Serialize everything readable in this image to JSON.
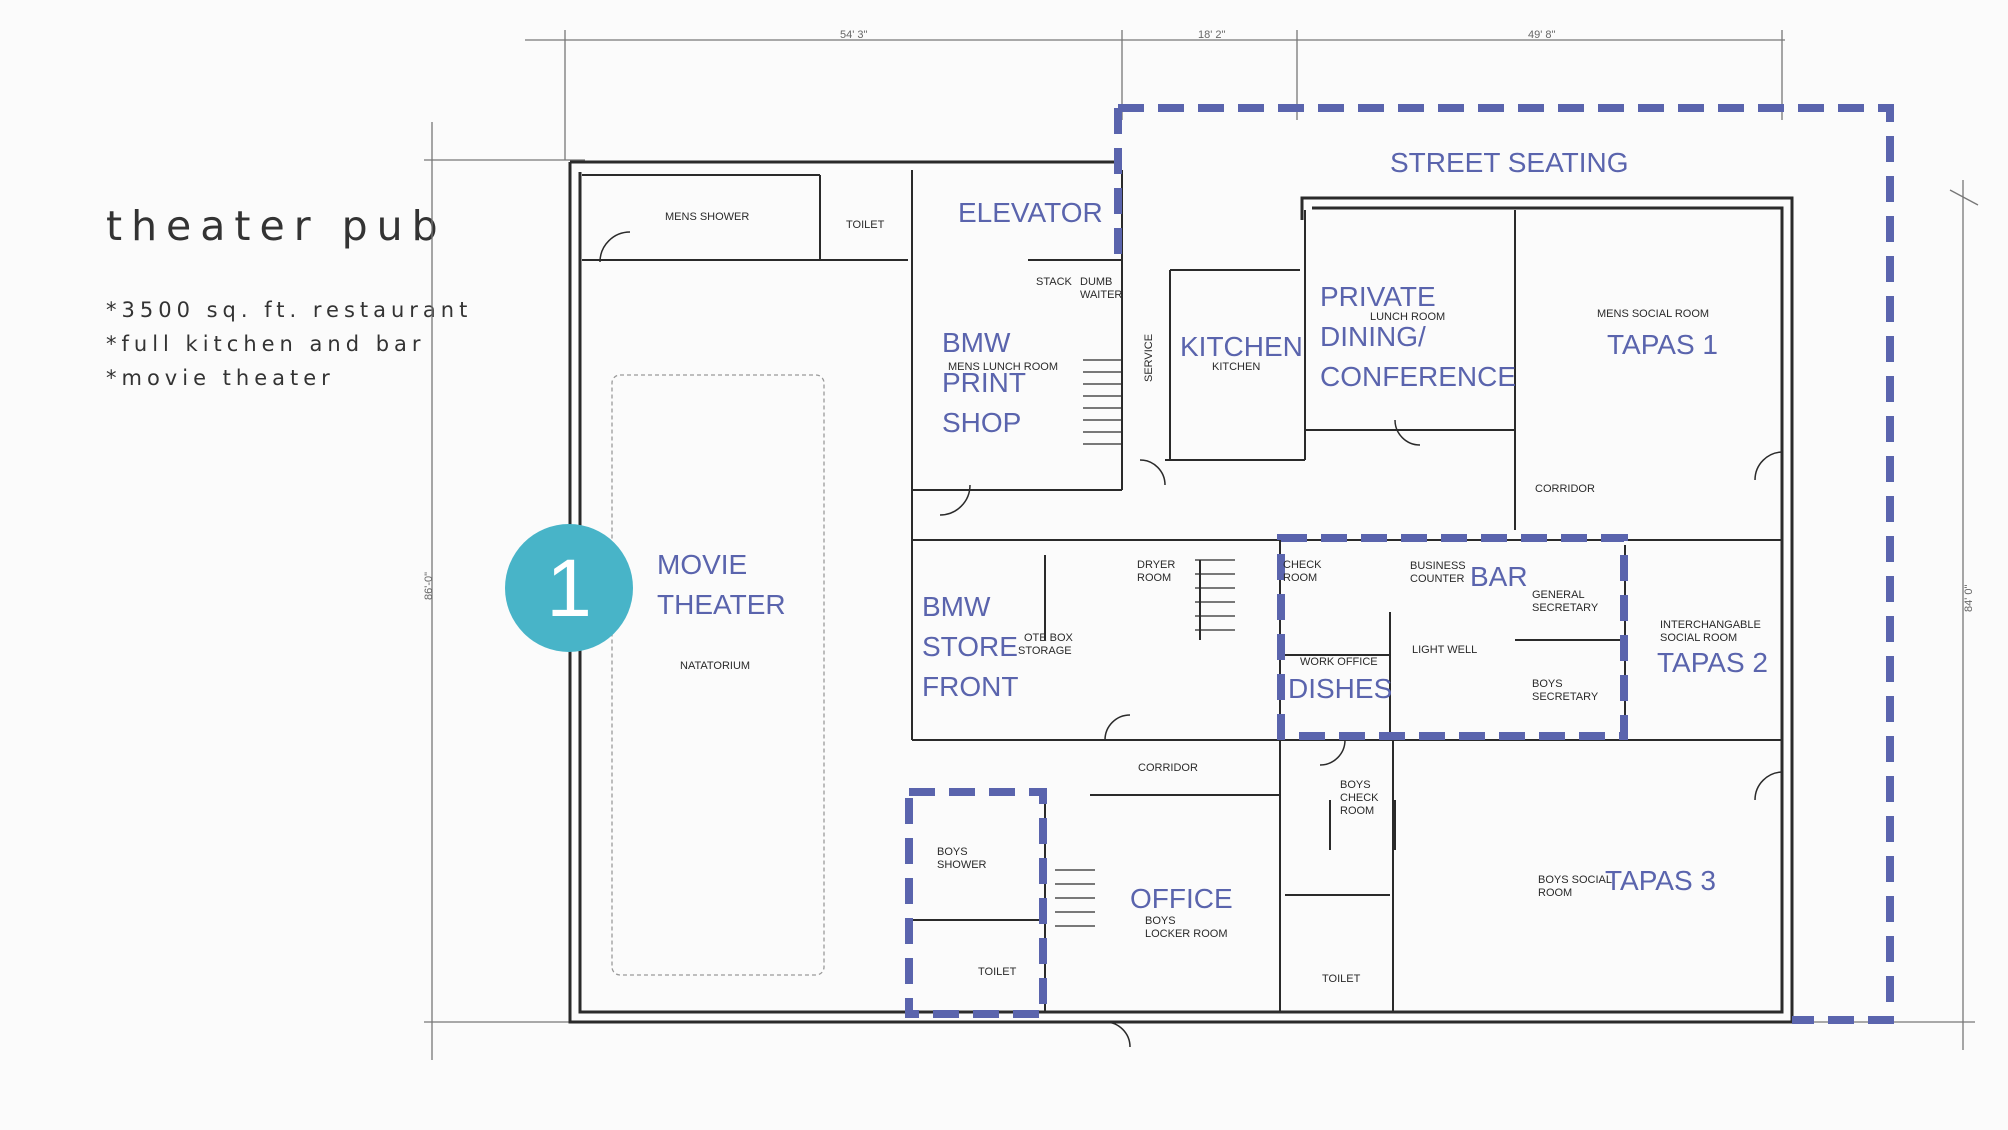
{
  "title": "theater pub",
  "bullets": [
    "*3500 sq. ft. restaurant",
    "*full kitchen and bar",
    "*movie theater"
  ],
  "marker": {
    "number": "1",
    "color": "#48b4c8"
  },
  "colors": {
    "highlight": "#5a64ad",
    "walls": "#2a2a2a",
    "background": "#fbfbfb"
  },
  "dimensions": {
    "top_left": "54' 3\"",
    "top_mid": "18' 2\"",
    "top_right": "49' 8\"",
    "left": "86'-0\"",
    "right": "84' 0\""
  },
  "rooms": {
    "street_seating": "STREET SEATING",
    "elevator": "ELEVATOR",
    "bmw_print_shop": [
      "BMW",
      "PRINT",
      "SHOP"
    ],
    "kitchen": "KITCHEN",
    "private_dining": [
      "PRIVATE",
      "DINING/",
      "CONFERENCE"
    ],
    "tapas1": "TAPAS 1",
    "movie_theater": [
      "MOVIE",
      "THEATER"
    ],
    "bmw_store_front": [
      "BMW",
      "STORE",
      "FRONT"
    ],
    "bar": "BAR",
    "dishes": "DISHES",
    "tapas2": "TAPAS 2",
    "office": "OFFICE",
    "tapas3": "TAPAS 3"
  },
  "plan_notes": {
    "mens_shower": "MENS SHOWER",
    "toilet_top": "TOILET",
    "stack": "STACK",
    "dumb_waiter": [
      "DUMB",
      "WAITER"
    ],
    "mens_lunch_room": "MENS LUNCH ROOM",
    "service": "SERVICE",
    "kitchen_small": "KITCHEN",
    "lunch_room": "LUNCH ROOM",
    "mens_social_room": "MENS SOCIAL ROOM",
    "corridor_right": "CORRIDOR",
    "dryer_room": [
      "DRYER",
      "ROOM"
    ],
    "check_room": [
      "CHECK",
      "ROOM"
    ],
    "business_counter": [
      "BUSINESS",
      "COUNTER"
    ],
    "general_secretary": [
      "GENERAL",
      "SECRETARY"
    ],
    "interchangeable": [
      "INTERCHANGABLE",
      "SOCIAL ROOM"
    ],
    "natatorium": "NATATORIUM",
    "note_box": [
      "OTE BOX",
      "STORAGE"
    ],
    "work_office": "WORK OFFICE",
    "light_well": "LIGHT WELL",
    "boys_secretary": [
      "BOYS",
      "SECRETARY"
    ],
    "corridor_mid": "CORRIDOR",
    "boys_shower": [
      "BOYS",
      "SHOWER"
    ],
    "toilet_bl": "TOILET",
    "boys_locker": [
      "BOYS",
      "LOCKER ROOM"
    ],
    "boys_check": [
      "BOYS",
      "CHECK",
      "ROOM"
    ],
    "toilet_br": "TOILET",
    "boys_social": [
      "BOYS SOCIAL",
      "ROOM"
    ]
  }
}
